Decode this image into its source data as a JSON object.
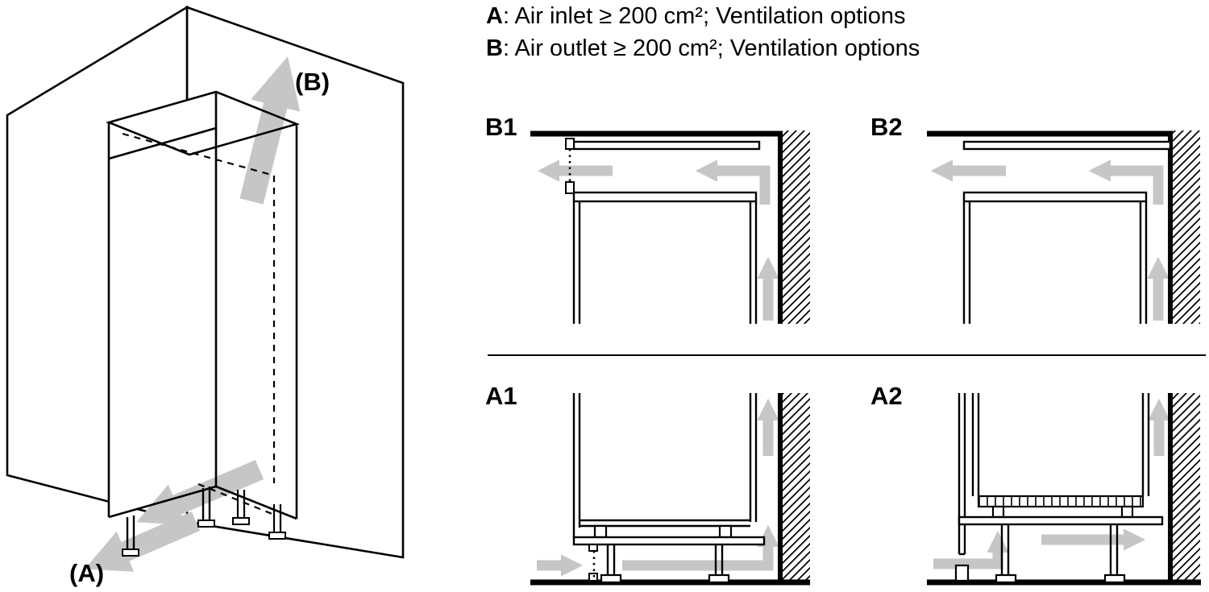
{
  "legend": {
    "lines": [
      {
        "key": "A",
        "text": ": Air inlet ≥ 200 cm²; Ventilation options"
      },
      {
        "key": "B",
        "text": ": Air outlet ≥ 200 cm²; Ventilation options"
      }
    ]
  },
  "iso_view": {
    "air_outlet_label": "(B)",
    "air_inlet_label": "(A)"
  },
  "panels": {
    "b1_label": "B1",
    "b2_label": "B2",
    "a1_label": "A1",
    "a2_label": "A2"
  },
  "colors": {
    "line": "#000000",
    "airflow_arrow": "#c6c6c6",
    "background": "#ffffff"
  }
}
